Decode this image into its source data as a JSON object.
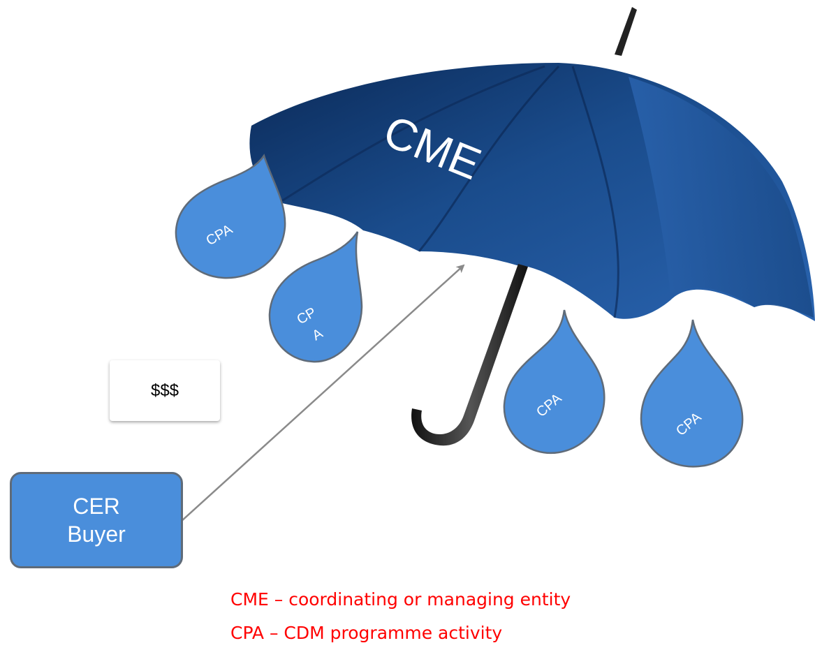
{
  "umbrella": {
    "label": "CME"
  },
  "drops": [
    {
      "label": "CPA"
    },
    {
      "label_line1": "CP",
      "label_line2": "A"
    },
    {
      "label": "CPA"
    },
    {
      "label": "CPA"
    }
  ],
  "money": {
    "label": "$$$"
  },
  "buyer": {
    "line1": "CER",
    "line2": "Buyer"
  },
  "legend": {
    "cme": "CME – coordinating or managing entity",
    "cpa": "CPA – CDM programme activity"
  },
  "colors": {
    "umbrella_dark": "#0d2d5e",
    "umbrella_mid": "#1d4d8c",
    "drop_fill": "#4a8edb",
    "drop_stroke": "#5f6b79",
    "legend_text": "#ff0000",
    "arrow": "#8a8a8a"
  }
}
